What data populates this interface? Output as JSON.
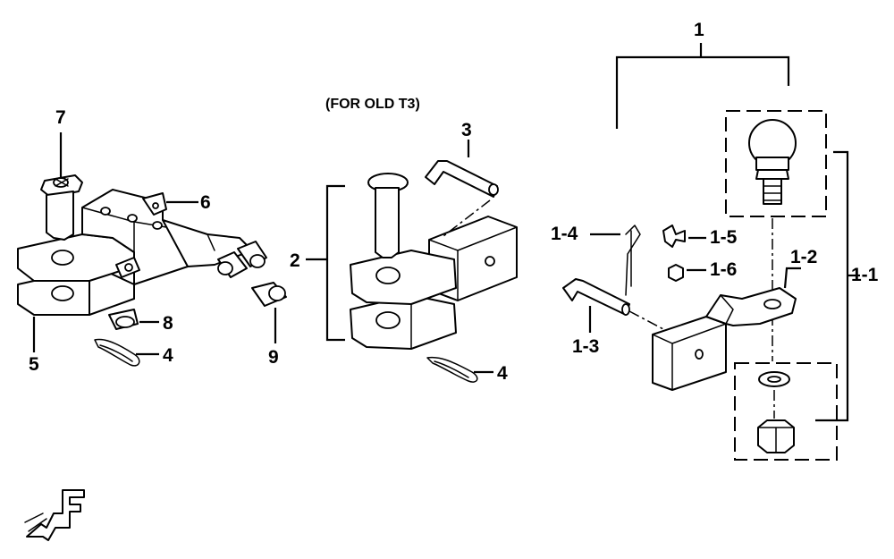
{
  "note": "(FOR OLD T3)",
  "callouts": {
    "c7": "7",
    "c6": "6",
    "c5": "5",
    "c8": "8",
    "c4a": "4",
    "c9": "9",
    "c2": "2",
    "c3": "3",
    "c4b": "4",
    "c1": "1",
    "c1_1": "1-1",
    "c1_2": "1-2",
    "c1_3": "1-3",
    "c1_4": "1-4",
    "c1_5": "1-5",
    "c1_6": "1-6"
  },
  "front_symbol": "F",
  "colors": {
    "line": "#000000",
    "background": "#ffffff"
  },
  "icons": {
    "front": "front-arrow-icon"
  }
}
